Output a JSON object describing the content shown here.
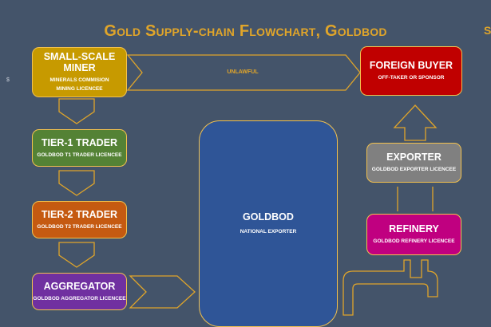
{
  "title": "Gold Supply-chain Flowchart, Goldbod",
  "stray_text": "$",
  "cut_glyph": "S",
  "arrow_color": "#e0a52a",
  "nodes": {
    "miner": {
      "name": "SMALL-SCALE MINER",
      "sub": "MINERALS COMMISION MINING LICENCEE",
      "color": "#c79a00"
    },
    "tier1": {
      "name": "TIER-1 TRADER",
      "sub": "GOLDBOD T1 TRADER LICENCEE",
      "color": "#548235"
    },
    "tier2": {
      "name": "TIER-2 TRADER",
      "sub": "GOLDBOD T2 TRADER LICENCEE",
      "color": "#c55a11"
    },
    "agg": {
      "name": "AGGREGATOR",
      "sub": "GOLDBOD AGGREGATOR LICENCEE",
      "color": "#7030a0"
    },
    "goldbod": {
      "name": "GOLDBOD",
      "sub": "NATIONAL EXPORTER",
      "color": "#2f5597"
    },
    "refinery": {
      "name": "REFINERY",
      "sub": "GOLDBOD REFINERY LICENCEE",
      "color": "#c00080"
    },
    "exporter": {
      "name": "EXPORTER",
      "sub": "GOLDBOD EXPORTER LICENCEE",
      "color": "#808080"
    },
    "foreign": {
      "name": "FOREIGN BUYER",
      "sub": "OFF-TAKER OR SPONSOR",
      "color": "#c00000"
    }
  },
  "edges": {
    "unlawful_label": "UNLAWFUL"
  }
}
